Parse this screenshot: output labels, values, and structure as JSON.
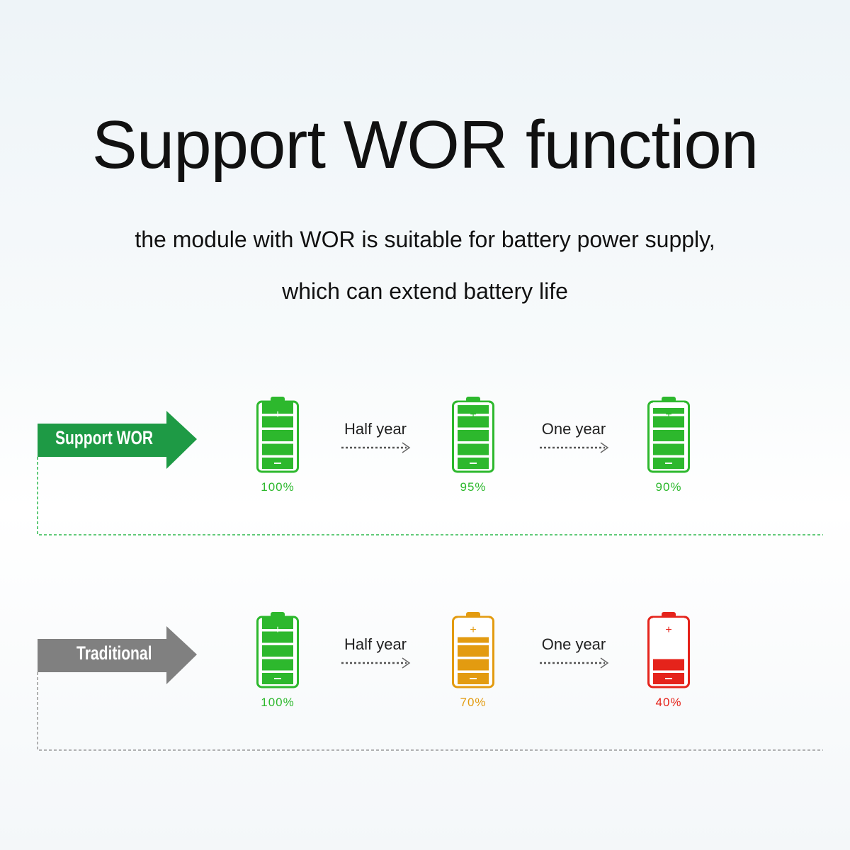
{
  "title": "Support WOR function",
  "subtitle_line1": "the module with WOR is suitable for battery power supply,",
  "subtitle_line2": "which can extend battery life",
  "rows": [
    {
      "label": "Support WOR",
      "color": "#1e9a45",
      "line_color": "#2db84d",
      "batteries": [
        {
          "level": 100,
          "label": "100%",
          "color": "#2db82d"
        },
        {
          "level": 95,
          "label": "95%",
          "color": "#2db82d"
        },
        {
          "level": 90,
          "label": "90%",
          "color": "#2db82d"
        }
      ]
    },
    {
      "label": "Traditional",
      "color": "#808080",
      "line_color": "#999999",
      "batteries": [
        {
          "level": 100,
          "label": "100%",
          "color": "#2db82d"
        },
        {
          "level": 70,
          "label": "70%",
          "color": "#e39b10"
        },
        {
          "level": 40,
          "label": "40%",
          "color": "#e5231b"
        }
      ]
    }
  ],
  "periods": [
    "Half year",
    "One year"
  ]
}
